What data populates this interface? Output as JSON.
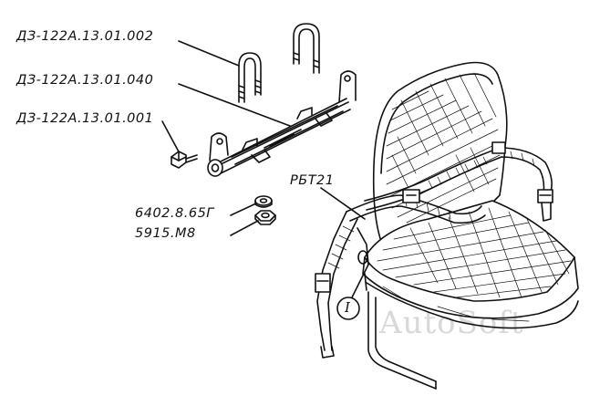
{
  "labels": {
    "part_1": "ДЗ-122А.13.01.002",
    "part_2": "ДЗ-122А.13.01.040",
    "part_3": "ДЗ-122А.13.01.001",
    "part_4": "6402.8.65Г",
    "part_5": "5915.М8",
    "belt": "РБТ21",
    "detail": "I"
  },
  "watermark": "AutoSoft"
}
